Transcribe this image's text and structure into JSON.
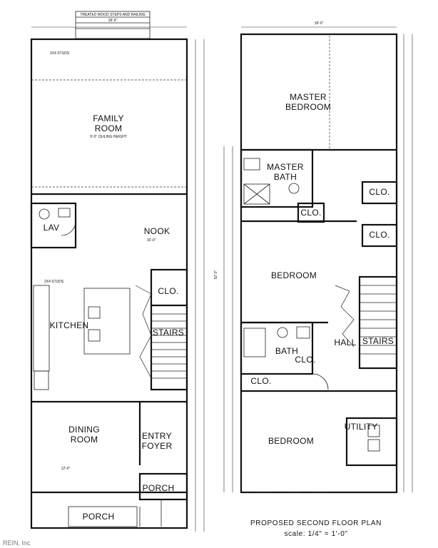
{
  "left_plan": {
    "top_note": "TREATED WOOD STEPS AND RAILING",
    "top_dim": "18'-0\"",
    "rooms": {
      "family_room": [
        "FAMILY",
        "ROOM"
      ],
      "lav": "LAV",
      "nook": "NOOK",
      "kitchen": "KITCHEN",
      "clo": "CLO.",
      "stairs": "STAIRS",
      "dining_room": [
        "DINING",
        "ROOM"
      ],
      "entry_foyer": [
        "ENTRY",
        "FOYER"
      ],
      "porch_small": "PORCH",
      "porch": "PORCH"
    },
    "notes": {
      "studs_1": "2X4 STUDS",
      "studs_2": "2X4 STUDS",
      "ceiling": "9'-0\" CEILING HEIGHT",
      "dim_mid": "16'-0\"",
      "dim_bottom": "12'-0\""
    }
  },
  "right_plan": {
    "top_dim": "18'-0\"",
    "rooms": {
      "master_bedroom": [
        "MASTER",
        "BEDROOM"
      ],
      "master_bath": [
        "MASTER",
        "BATH"
      ],
      "clo_1": "CLO.",
      "clo_2": "CLO.",
      "clo_3": "CLO.",
      "clo_4": "CLO.",
      "clo_5": "CLO.",
      "bedroom_1": "BEDROOM",
      "hall": "HALL",
      "stairs": "STAIRS",
      "bath": "BATH",
      "bedroom_2": "BEDROOM",
      "utility": "UTILITY"
    },
    "side_dim": "52'-0\""
  },
  "caption": {
    "title": "PROPOSED SECOND FLOOR PLAN",
    "scale": "scale: 1/4\" = 1'-0\""
  },
  "watermark": "REIN, Inc"
}
